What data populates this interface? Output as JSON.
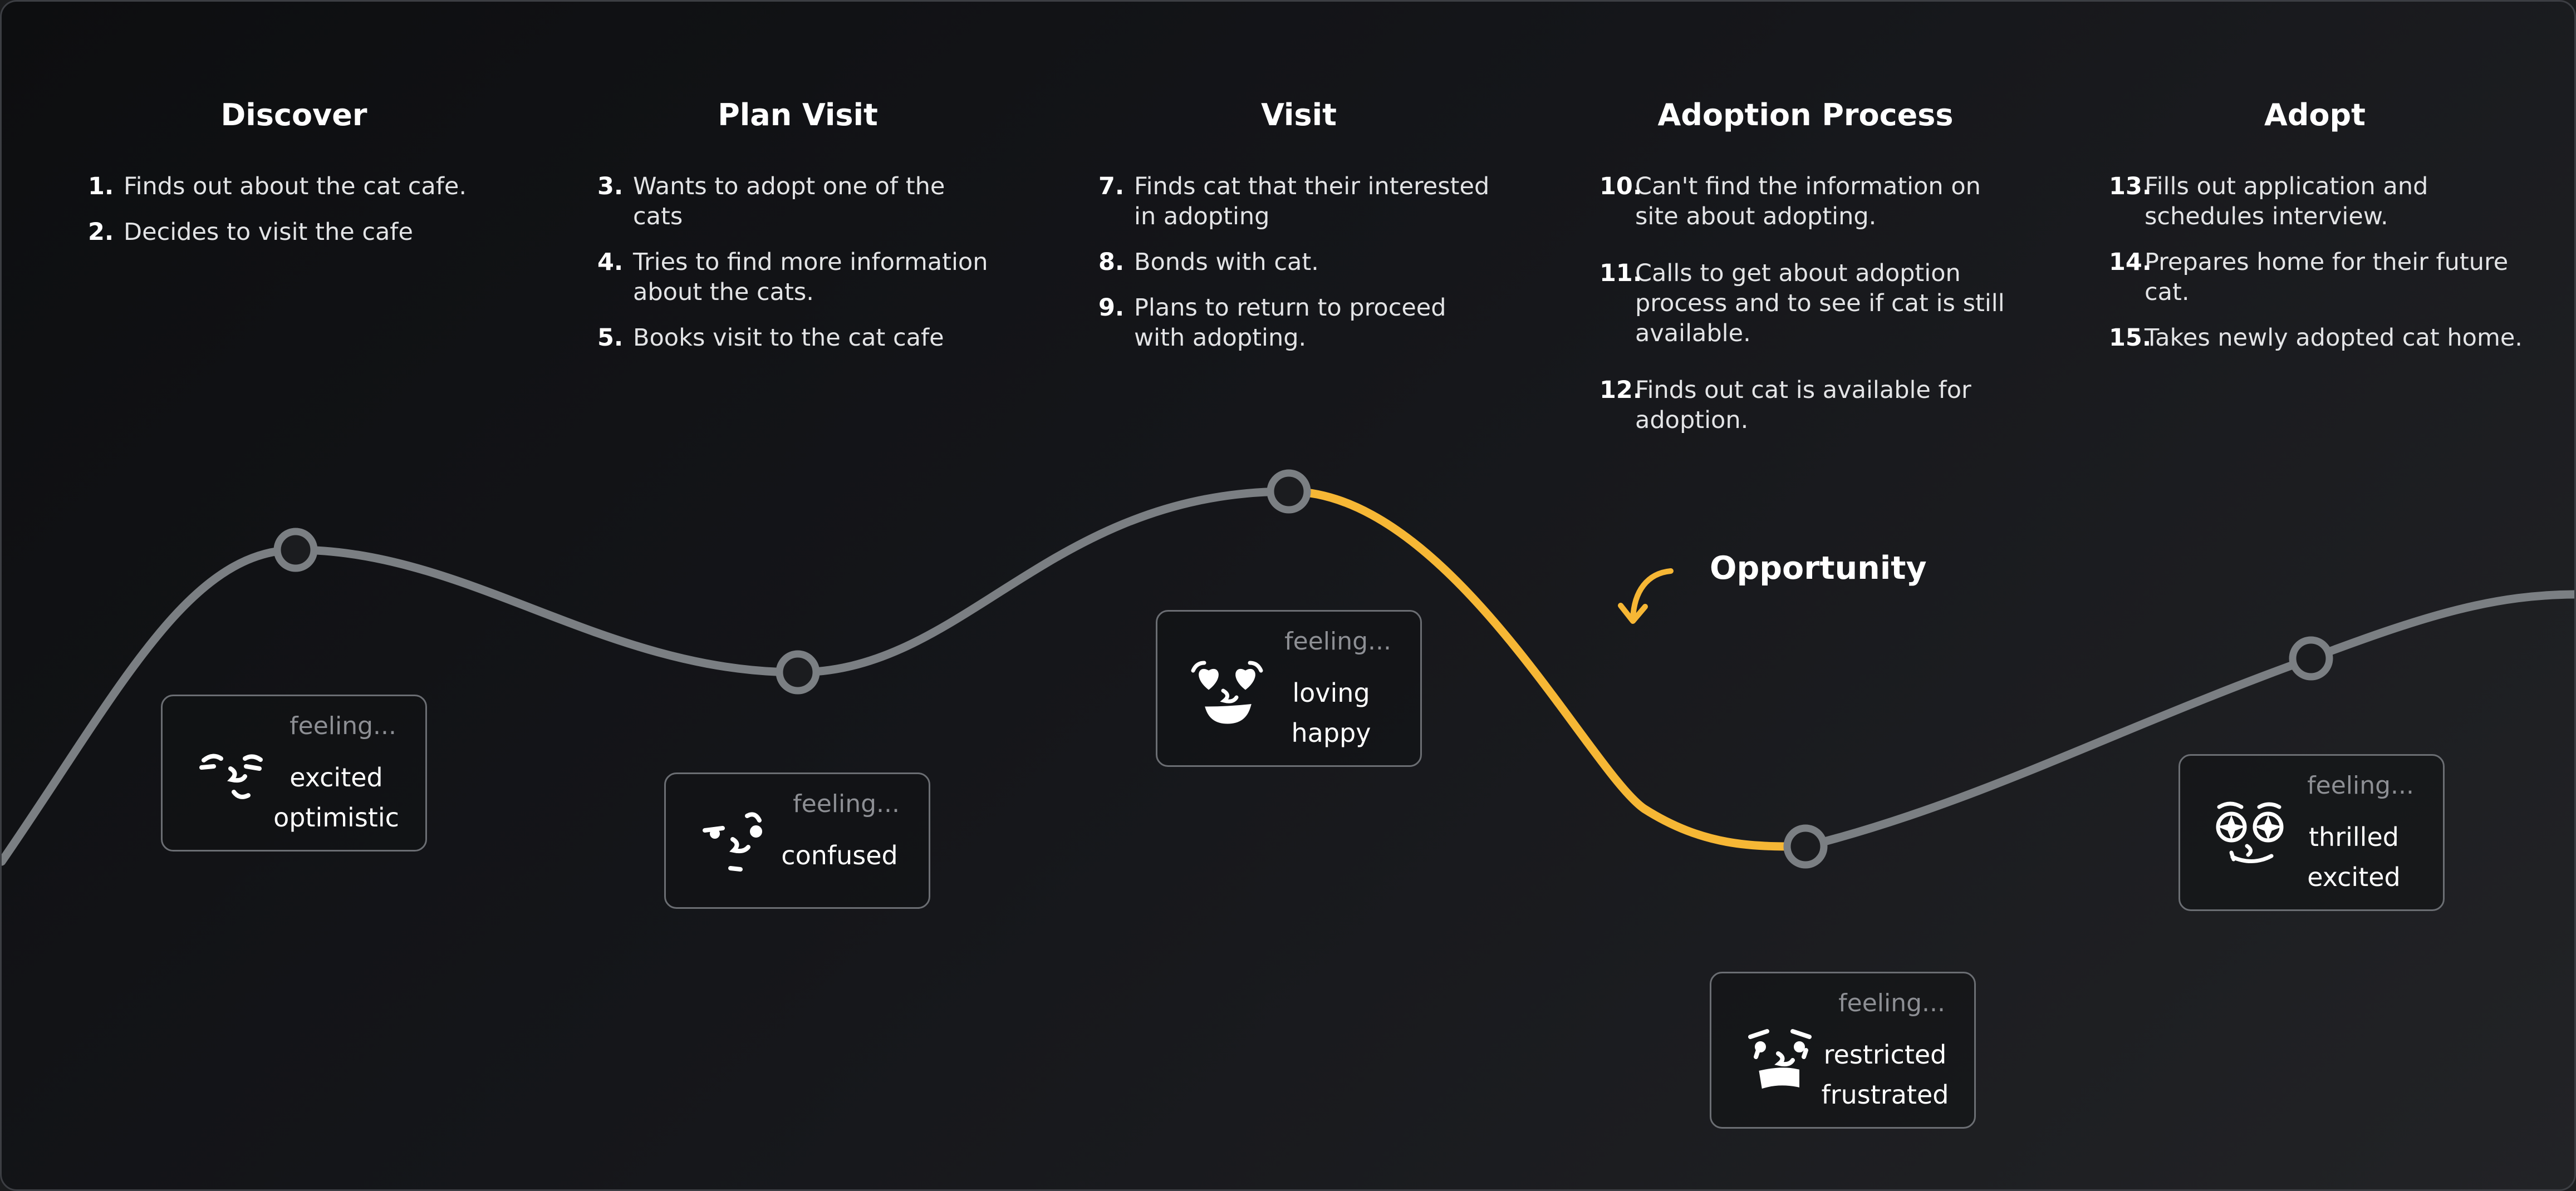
{
  "stages": [
    {
      "title": "Discover",
      "steps": [
        {
          "num": "1.",
          "text": "Finds out about the cat cafe."
        },
        {
          "num": "2.",
          "text": "Decides to visit the cafe"
        }
      ]
    },
    {
      "title": "Plan Visit",
      "steps": [
        {
          "num": "3.",
          "text": "Wants to adopt one of the cats"
        },
        {
          "num": "4.",
          "text": "Tries to find more information about the cats."
        },
        {
          "num": "5.",
          "text": "Books visit to the cat cafe"
        }
      ]
    },
    {
      "title": "Visit",
      "steps": [
        {
          "num": "7.",
          "text": "Finds cat that their interested in adopting"
        },
        {
          "num": "8.",
          "text": "Bonds with cat."
        },
        {
          "num": "9.",
          "text": "Plans to return to proceed with adopting."
        }
      ]
    },
    {
      "title": "Adoption Process",
      "steps": [
        {
          "num": "10.",
          "text": "Can't find the information on site about adopting."
        },
        {
          "num": "11.",
          "text": "Calls to get about adoption process and to see if cat is still available."
        },
        {
          "num": "12.",
          "text": "Finds out cat is available for adoption."
        }
      ]
    },
    {
      "title": "Adopt",
      "steps": [
        {
          "num": "13.",
          "text": "Fills out application and schedules interview."
        },
        {
          "num": "14.",
          "text": "Prepares home for their future cat."
        },
        {
          "num": "15.",
          "text": "Takes newly adopted cat home."
        }
      ]
    }
  ],
  "feelings": [
    {
      "label": "feeling...",
      "words": [
        "excited",
        "optimistic"
      ],
      "face_icon": "excited-face-icon"
    },
    {
      "label": "feeling...",
      "words": [
        "confused"
      ],
      "face_icon": "confused-face-icon"
    },
    {
      "label": "feeling...",
      "words": [
        "loving",
        "happy"
      ],
      "face_icon": "heart-eyes-face-icon"
    },
    {
      "label": "feeling...",
      "words": [
        "restricted",
        "frustrated"
      ],
      "face_icon": "frustrated-face-icon"
    },
    {
      "label": "feeling...",
      "words": [
        "thrilled",
        "excited"
      ],
      "face_icon": "starry-eyed-face-icon"
    }
  ],
  "opportunity": {
    "label": "Opportunity",
    "icon": "curved-arrow-icon"
  },
  "colors": {
    "curve": "#7b7f83",
    "highlight": "#f6b735",
    "background": "#121316",
    "text": "#ffffff"
  }
}
